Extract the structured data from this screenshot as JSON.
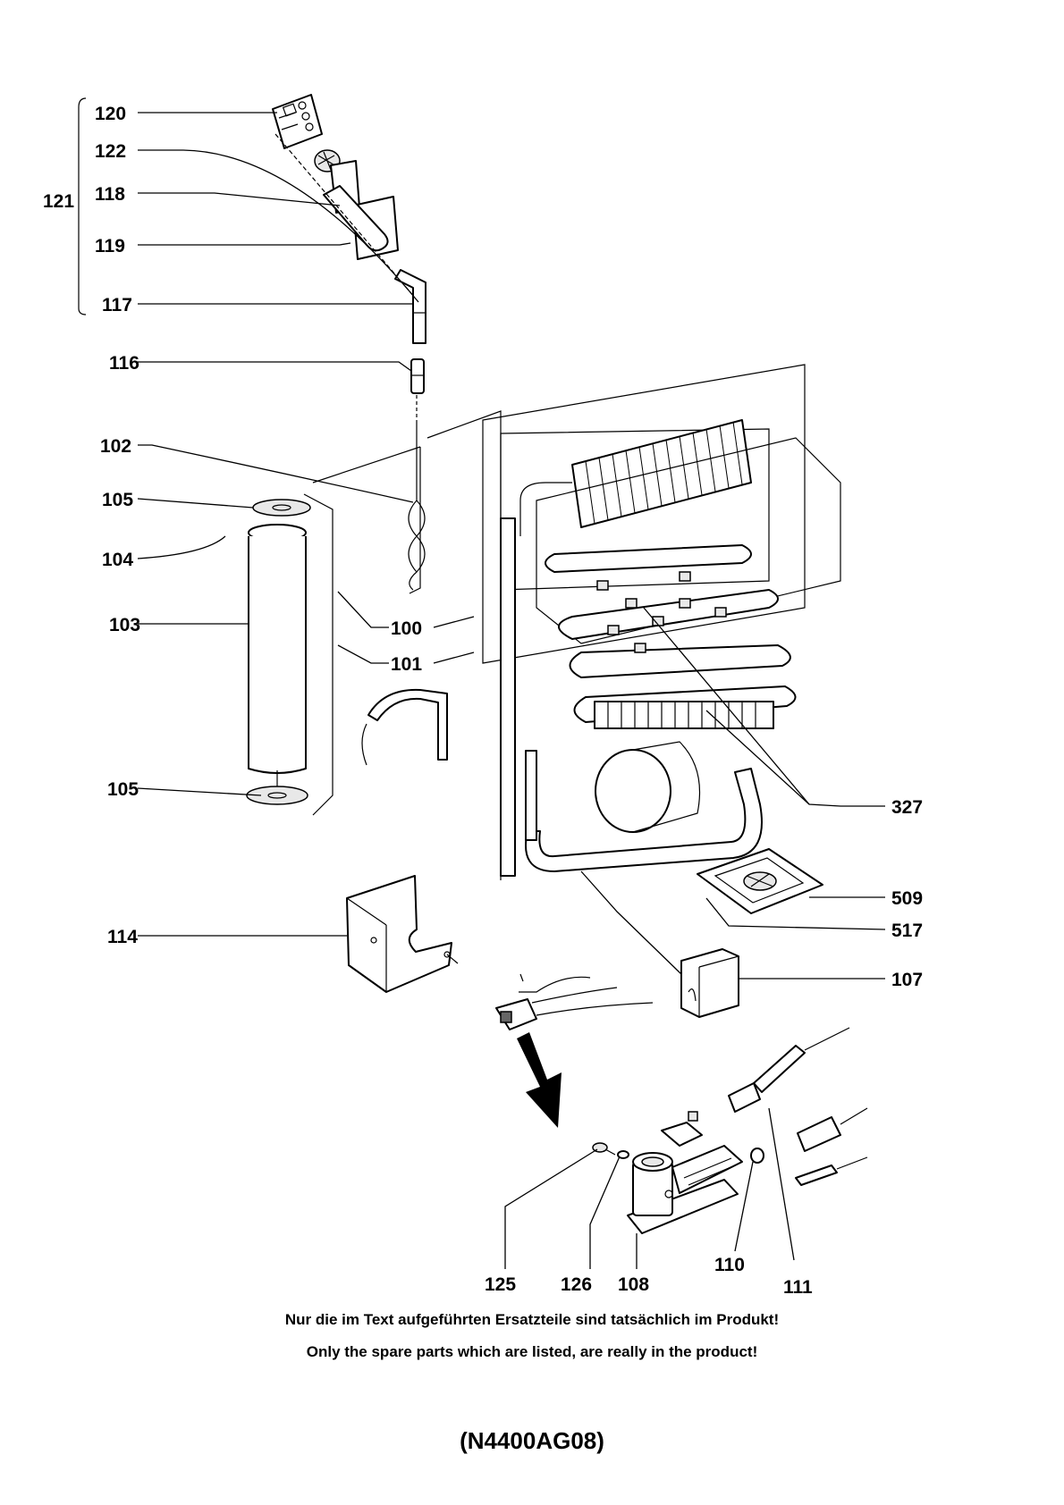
{
  "callouts": {
    "p120": "120",
    "p122": "122",
    "p121": "121",
    "p118": "118",
    "p119": "119",
    "p117": "117",
    "p116": "116",
    "p102": "102",
    "p105a": "105",
    "p104": "104",
    "p103": "103",
    "p100": "100",
    "p101": "101",
    "p105b": "105",
    "p327": "327",
    "p509": "509",
    "p517": "517",
    "p114": "114",
    "p107": "107",
    "p125": "125",
    "p126": "126",
    "p108": "108",
    "p110": "110",
    "p111": "111"
  },
  "notes": {
    "german": "Nur die im Text aufgeführten Ersatzteile sind tatsächlich im Produkt!",
    "english": "Only the spare parts which are listed, are really in the product!"
  },
  "drawing_code": "(N4400AG08)"
}
